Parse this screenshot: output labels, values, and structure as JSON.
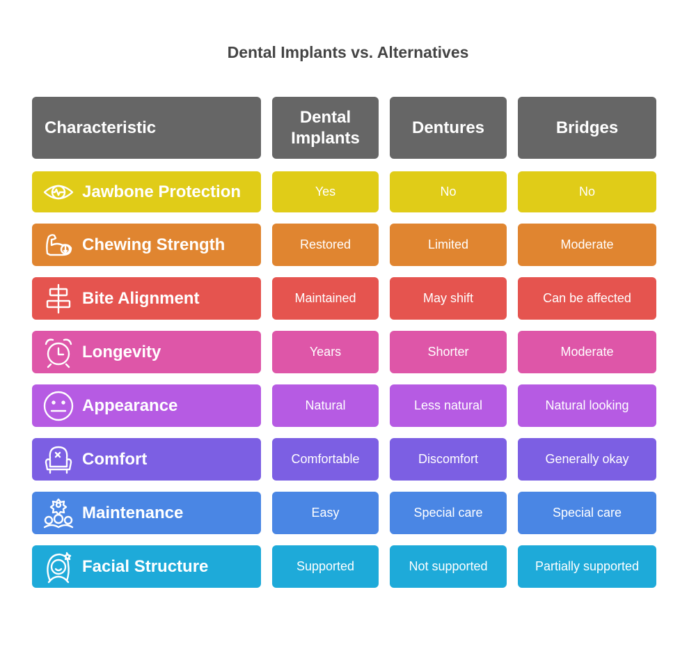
{
  "title": "Dental Implants vs. Alternatives",
  "headers": [
    "Characteristic",
    "Dental Implants",
    "Dentures",
    "Bridges"
  ],
  "rows": [
    {
      "label": "Jawbone Protection",
      "icon": "eye-pulse-icon",
      "color": "#E0CC18",
      "values": [
        "Yes",
        "No",
        "No"
      ]
    },
    {
      "label": "Chewing Strength",
      "icon": "flexed-arm-icon",
      "color": "#E08530",
      "values": [
        "Restored",
        "Limited",
        "Moderate"
      ]
    },
    {
      "label": "Bite Alignment",
      "icon": "align-center-icon",
      "color": "#E5544F",
      "values": [
        "Maintained",
        "May shift",
        "Can be affected"
      ]
    },
    {
      "label": "Longevity",
      "icon": "alarm-clock-icon",
      "color": "#DE56A8",
      "values": [
        "Years",
        "Shorter",
        "Moderate"
      ]
    },
    {
      "label": "Appearance",
      "icon": "neutral-face-icon",
      "color": "#B65BE3",
      "values": [
        "Natural",
        "Less natural",
        "Natural looking"
      ]
    },
    {
      "label": "Comfort",
      "icon": "armchair-icon",
      "color": "#7C5FE3",
      "values": [
        "Comfortable",
        "Discomfort",
        "Generally okay"
      ]
    },
    {
      "label": "Maintenance",
      "icon": "flowers-icon",
      "color": "#4A86E4",
      "values": [
        "Easy",
        "Special care",
        "Special care"
      ]
    },
    {
      "label": "Facial Structure",
      "icon": "woman-face-icon",
      "color": "#1EAAD9",
      "values": [
        "Supported",
        "Not supported",
        "Partially supported"
      ]
    }
  ]
}
